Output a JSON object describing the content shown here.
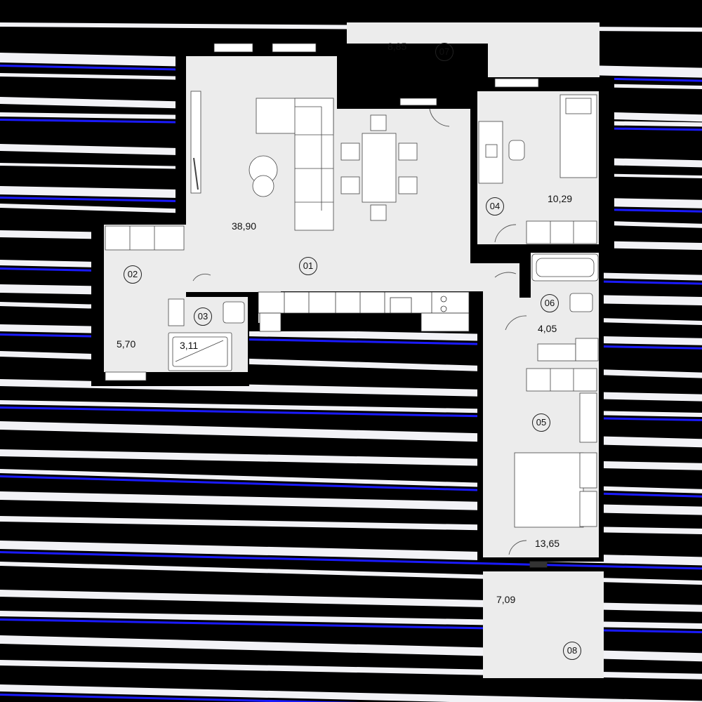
{
  "plan": {
    "colors": {
      "background": "#000000",
      "floor": "#ececec",
      "wall": "#000000",
      "furniture": "#ffffff",
      "stripe_white": "#f2f2f6",
      "stripe_blue": "#1a1aff"
    },
    "rooms": [
      {
        "id": "01",
        "area": "38,90"
      },
      {
        "id": "02",
        "area": "5,70"
      },
      {
        "id": "03",
        "area": "3,11"
      },
      {
        "id": "04",
        "area": "10,29"
      },
      {
        "id": "05",
        "area": "13,65"
      },
      {
        "id": "06",
        "area": "4,05"
      },
      {
        "id": "07",
        "area": "8,85"
      },
      {
        "id": "08",
        "area": "7,09"
      }
    ]
  }
}
